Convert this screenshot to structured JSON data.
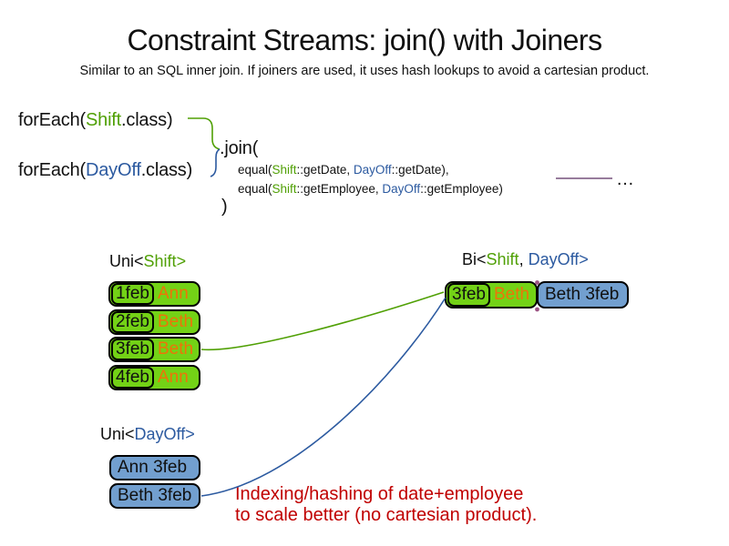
{
  "title": "Constraint Streams: join() with Joiners",
  "subtitle": "Similar to an SQL inner join. If joiners are used, it uses hash lookups to avoid a cartesian product.",
  "colors": {
    "shift_green_text": "#50a005",
    "dayoff_blue_text": "#2c5aa0",
    "employee_orange_text": "#ee7309",
    "card_green_fill": "#73d216",
    "card_blue_fill": "#729fcf",
    "note_red": "#c00000",
    "joiner_purple": "#75507b"
  },
  "code": {
    "foreach_shift": {
      "pre": "forEach(",
      "cls": "Shift",
      "post": ".class)"
    },
    "foreach_dayoff": {
      "pre": "forEach(",
      "cls": "DayOff",
      "post": ".class)"
    },
    "join_open": ".join(",
    "joiners": [
      {
        "pre": "equal(",
        "shift": "Shift",
        "mid": "::getDate, ",
        "dayoff": "DayOff",
        "post": "::getDate),"
      },
      {
        "pre": "equal(",
        "shift": "Shift",
        "mid": "::getEmployee, ",
        "dayoff": "DayOff",
        "post": "::getEmployee)"
      }
    ],
    "join_close": ")",
    "ellipsis": "…"
  },
  "streams": {
    "uni_shift": {
      "label_pre": "Uni<",
      "label_cls": "Shift",
      "label_post": ">",
      "rows": [
        {
          "date": "1feb",
          "employee": "Ann"
        },
        {
          "date": "2feb",
          "employee": "Beth"
        },
        {
          "date": "3feb",
          "employee": "Beth"
        },
        {
          "date": "4feb",
          "employee": "Ann"
        }
      ]
    },
    "uni_dayoff": {
      "label_pre": "Uni<",
      "label_cls": "DayOff",
      "label_post": ">",
      "rows": [
        {
          "text": "Ann 3feb"
        },
        {
          "text": "Beth 3feb"
        }
      ]
    },
    "bi": {
      "label_pre": "Bi<",
      "label_shift": "Shift",
      "label_sep": ", ",
      "label_dayoff": "DayOff",
      "label_post": ">",
      "shift_card": {
        "date": "3feb",
        "employee": "Beth"
      },
      "dayoff_card": {
        "text": "Beth 3feb"
      }
    }
  },
  "note": {
    "line1": "Indexing/hashing of date+employee",
    "line2": "to scale better (no cartesian product)."
  }
}
